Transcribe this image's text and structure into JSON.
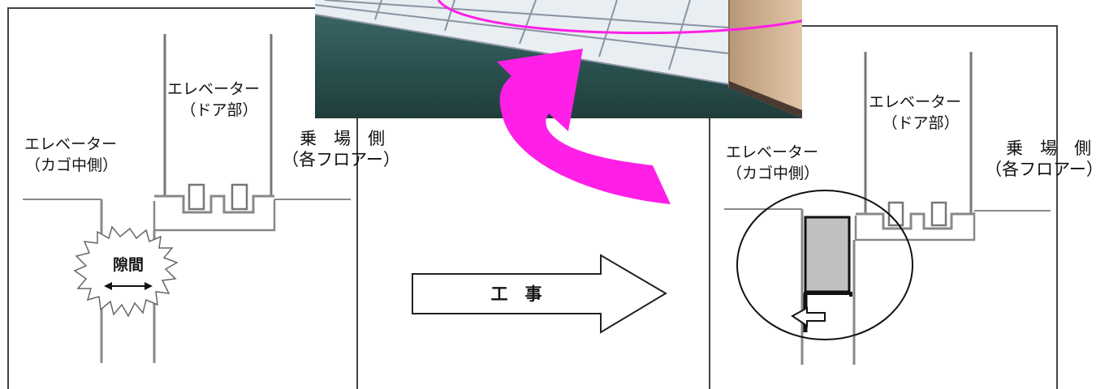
{
  "left_panel": {
    "elevator_door": [
      "エレベーター",
      "（ドア部）"
    ],
    "elevator_car": [
      "エレベーター",
      "（カゴ中側）"
    ],
    "landing": [
      "乗　場　側",
      "（各フロアー）"
    ],
    "gap_label": "隙間"
  },
  "center": {
    "arrow_label": "工　事"
  },
  "right_panel": {
    "elevator_door": [
      "エレベーター",
      "（ドア部）"
    ],
    "elevator_car": [
      "エレベーター",
      "（カゴ中側）"
    ],
    "landing": [
      "乗　場　側",
      "（各フロアー）"
    ]
  },
  "colors": {
    "highlight": "#ff1fe6",
    "line": "#777777",
    "panel_line": "#444444",
    "filler_fill": "#c0c0c0"
  },
  "icons": {
    "photo": "elevator-threshold-photo",
    "curved_arrow": "magenta-curved-arrow",
    "process_arrow": "block-right-arrow",
    "gap_burst": "starburst"
  }
}
